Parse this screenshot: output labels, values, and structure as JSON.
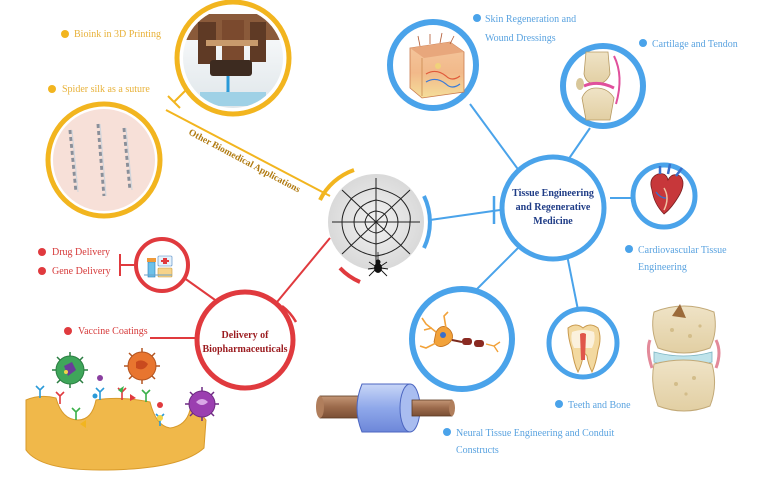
{
  "colors": {
    "yellow": "#f2b51f",
    "red": "#e03a3e",
    "blue": "#4aa3ea",
    "yellow_text": "#e3a92c",
    "red_text": "#d9373c",
    "blue_text": "#5aa6e3",
    "hub_red_text": "#9b1b1f",
    "hub_blue_text": "#1f3c86",
    "branch_text": "#b07a10"
  },
  "center": {
    "icon": "spider-web-icon"
  },
  "hubs": {
    "delivery": {
      "line1": "Delivery of",
      "line2": "Biopharmaceuticals"
    },
    "tissue": {
      "line1": "Tissue Engineering",
      "line2": "and Regenerative",
      "line3": "Medicine"
    }
  },
  "branch_label": "Other Biomedical Applications",
  "yellow_labels": {
    "bioink": "Bioink  in  3D Printing",
    "suture": "Spider silk  as a suture"
  },
  "red_labels": {
    "drug": "Drug Delivery",
    "gene": "Gene Delivery",
    "vaccine": "Vaccine Coatings"
  },
  "blue_labels": {
    "skin1": "Skin Regeneration and",
    "skin2": "Wound Dressings",
    "cartilage": "Cartilage  and Tendon",
    "cardio1": "Cardiovascular   Tissue",
    "cardio2": "Engineering",
    "teeth": "Teeth and Bone",
    "neural1": "Neural Tissue Engineering and Conduit",
    "neural2": "Constructs"
  },
  "icons": {
    "printer": "bioprinter-icon",
    "suture": "suture-thread-icon",
    "drugs": "drug-vial-icon",
    "virus": "virus-icon",
    "cell_surface": "cell-surface-icon",
    "skin": "skin-layers-icon",
    "knee": "knee-joint-icon",
    "heart": "heart-icon",
    "tooth": "tooth-icon",
    "bone": "bone-joint-icon",
    "neuron": "neuron-icon",
    "conduit": "nerve-conduit-icon"
  }
}
